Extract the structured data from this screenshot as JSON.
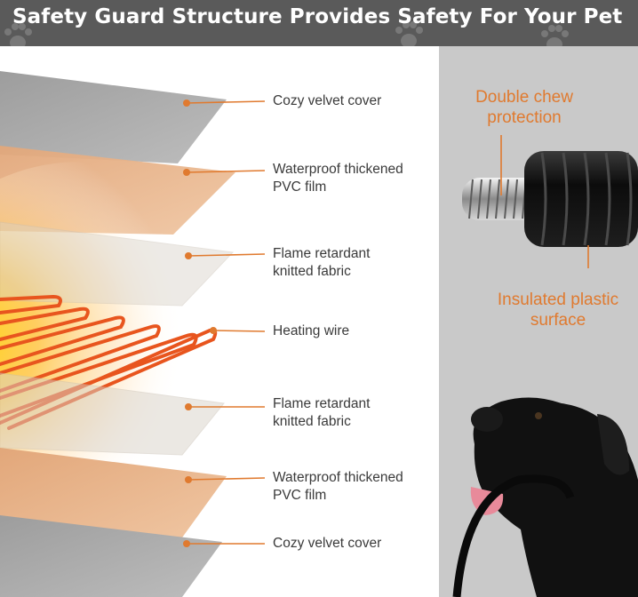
{
  "banner": {
    "title": "Safety Guard Structure Provides Safety For Your Pet"
  },
  "layers": [
    {
      "label": "Cozy velvet cover"
    },
    {
      "label": "Waterproof thickened\nPVC film"
    },
    {
      "label": "Flame retardant\nknitted fabric"
    },
    {
      "label": "Heating wire"
    },
    {
      "label": "Flame retardant\nknitted fabric"
    },
    {
      "label": "Waterproof thickened\nPVC film"
    },
    {
      "label": "Cozy velvet cover"
    }
  ],
  "cable": {
    "top_callout": "Double chew\nprotection",
    "bottom_callout": "Insulated plastic\nsurface"
  },
  "colors": {
    "accent": "#e07a2f",
    "velvet": "#a8a8a8",
    "pvc": "#e7b48c",
    "banner": "#5a5a5a",
    "panel": "#c9c9c9"
  },
  "icons": [
    "paw-print-icon",
    "pointer-dot-icon"
  ]
}
